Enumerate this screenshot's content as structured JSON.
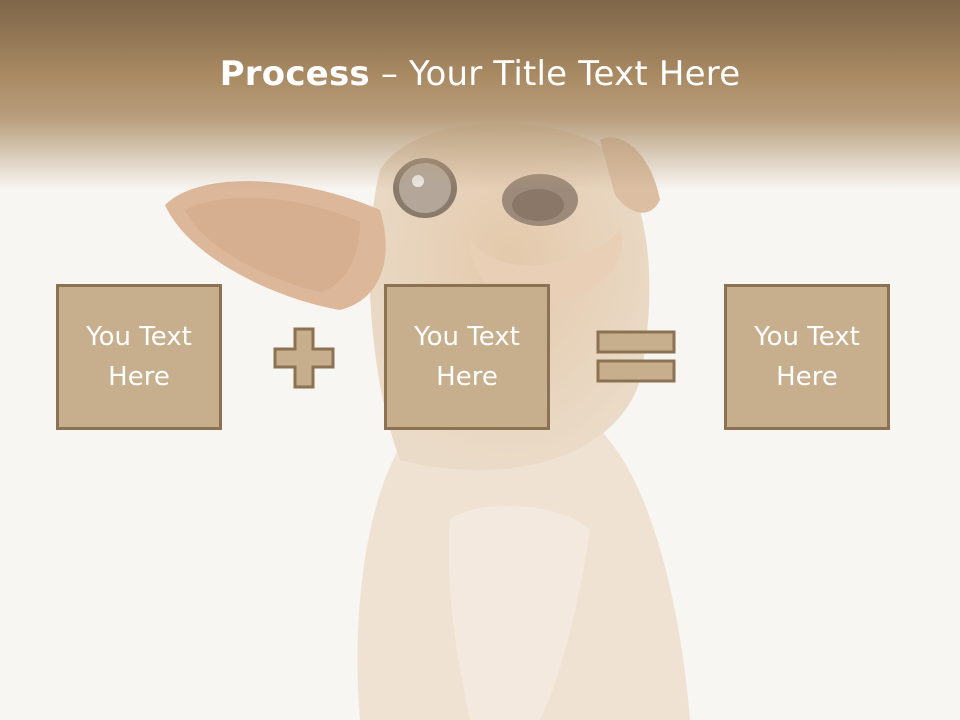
{
  "slide": {
    "title_bold": "Process",
    "title_rest": " – Your Title Text Here"
  },
  "boxes": [
    {
      "label": "You Text Here"
    },
    {
      "label": "You Text Here"
    },
    {
      "label": "You Text Here"
    }
  ],
  "operators": {
    "first": "plus-icon",
    "second": "equals-icon"
  },
  "colors": {
    "box_fill": "#c7ae8d",
    "box_border": "#8b7252",
    "header_top": "#7e6648"
  }
}
